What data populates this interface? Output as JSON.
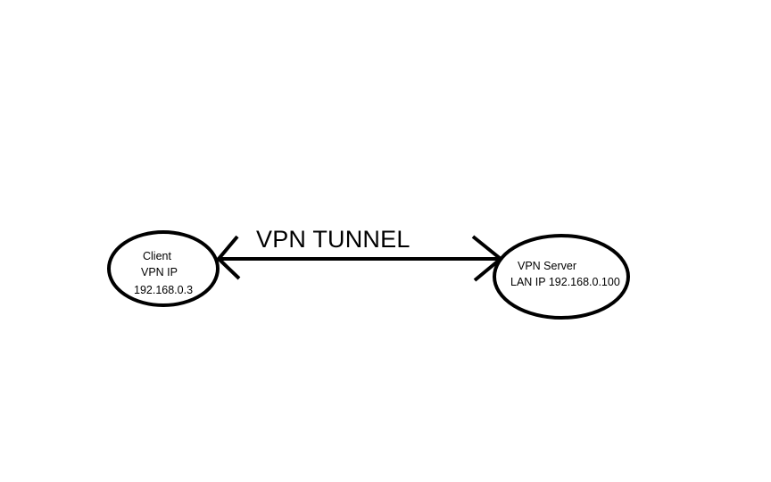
{
  "colors": {
    "ink": "#000000",
    "background": "#ffffff"
  },
  "tunnel": {
    "label": "VPN TUNNEL"
  },
  "client": {
    "line1": "Client",
    "line2": "VPN IP",
    "line3": "192.168.0.3"
  },
  "server": {
    "line1": "VPN Server",
    "line2": "LAN IP 192.168.0.100"
  }
}
